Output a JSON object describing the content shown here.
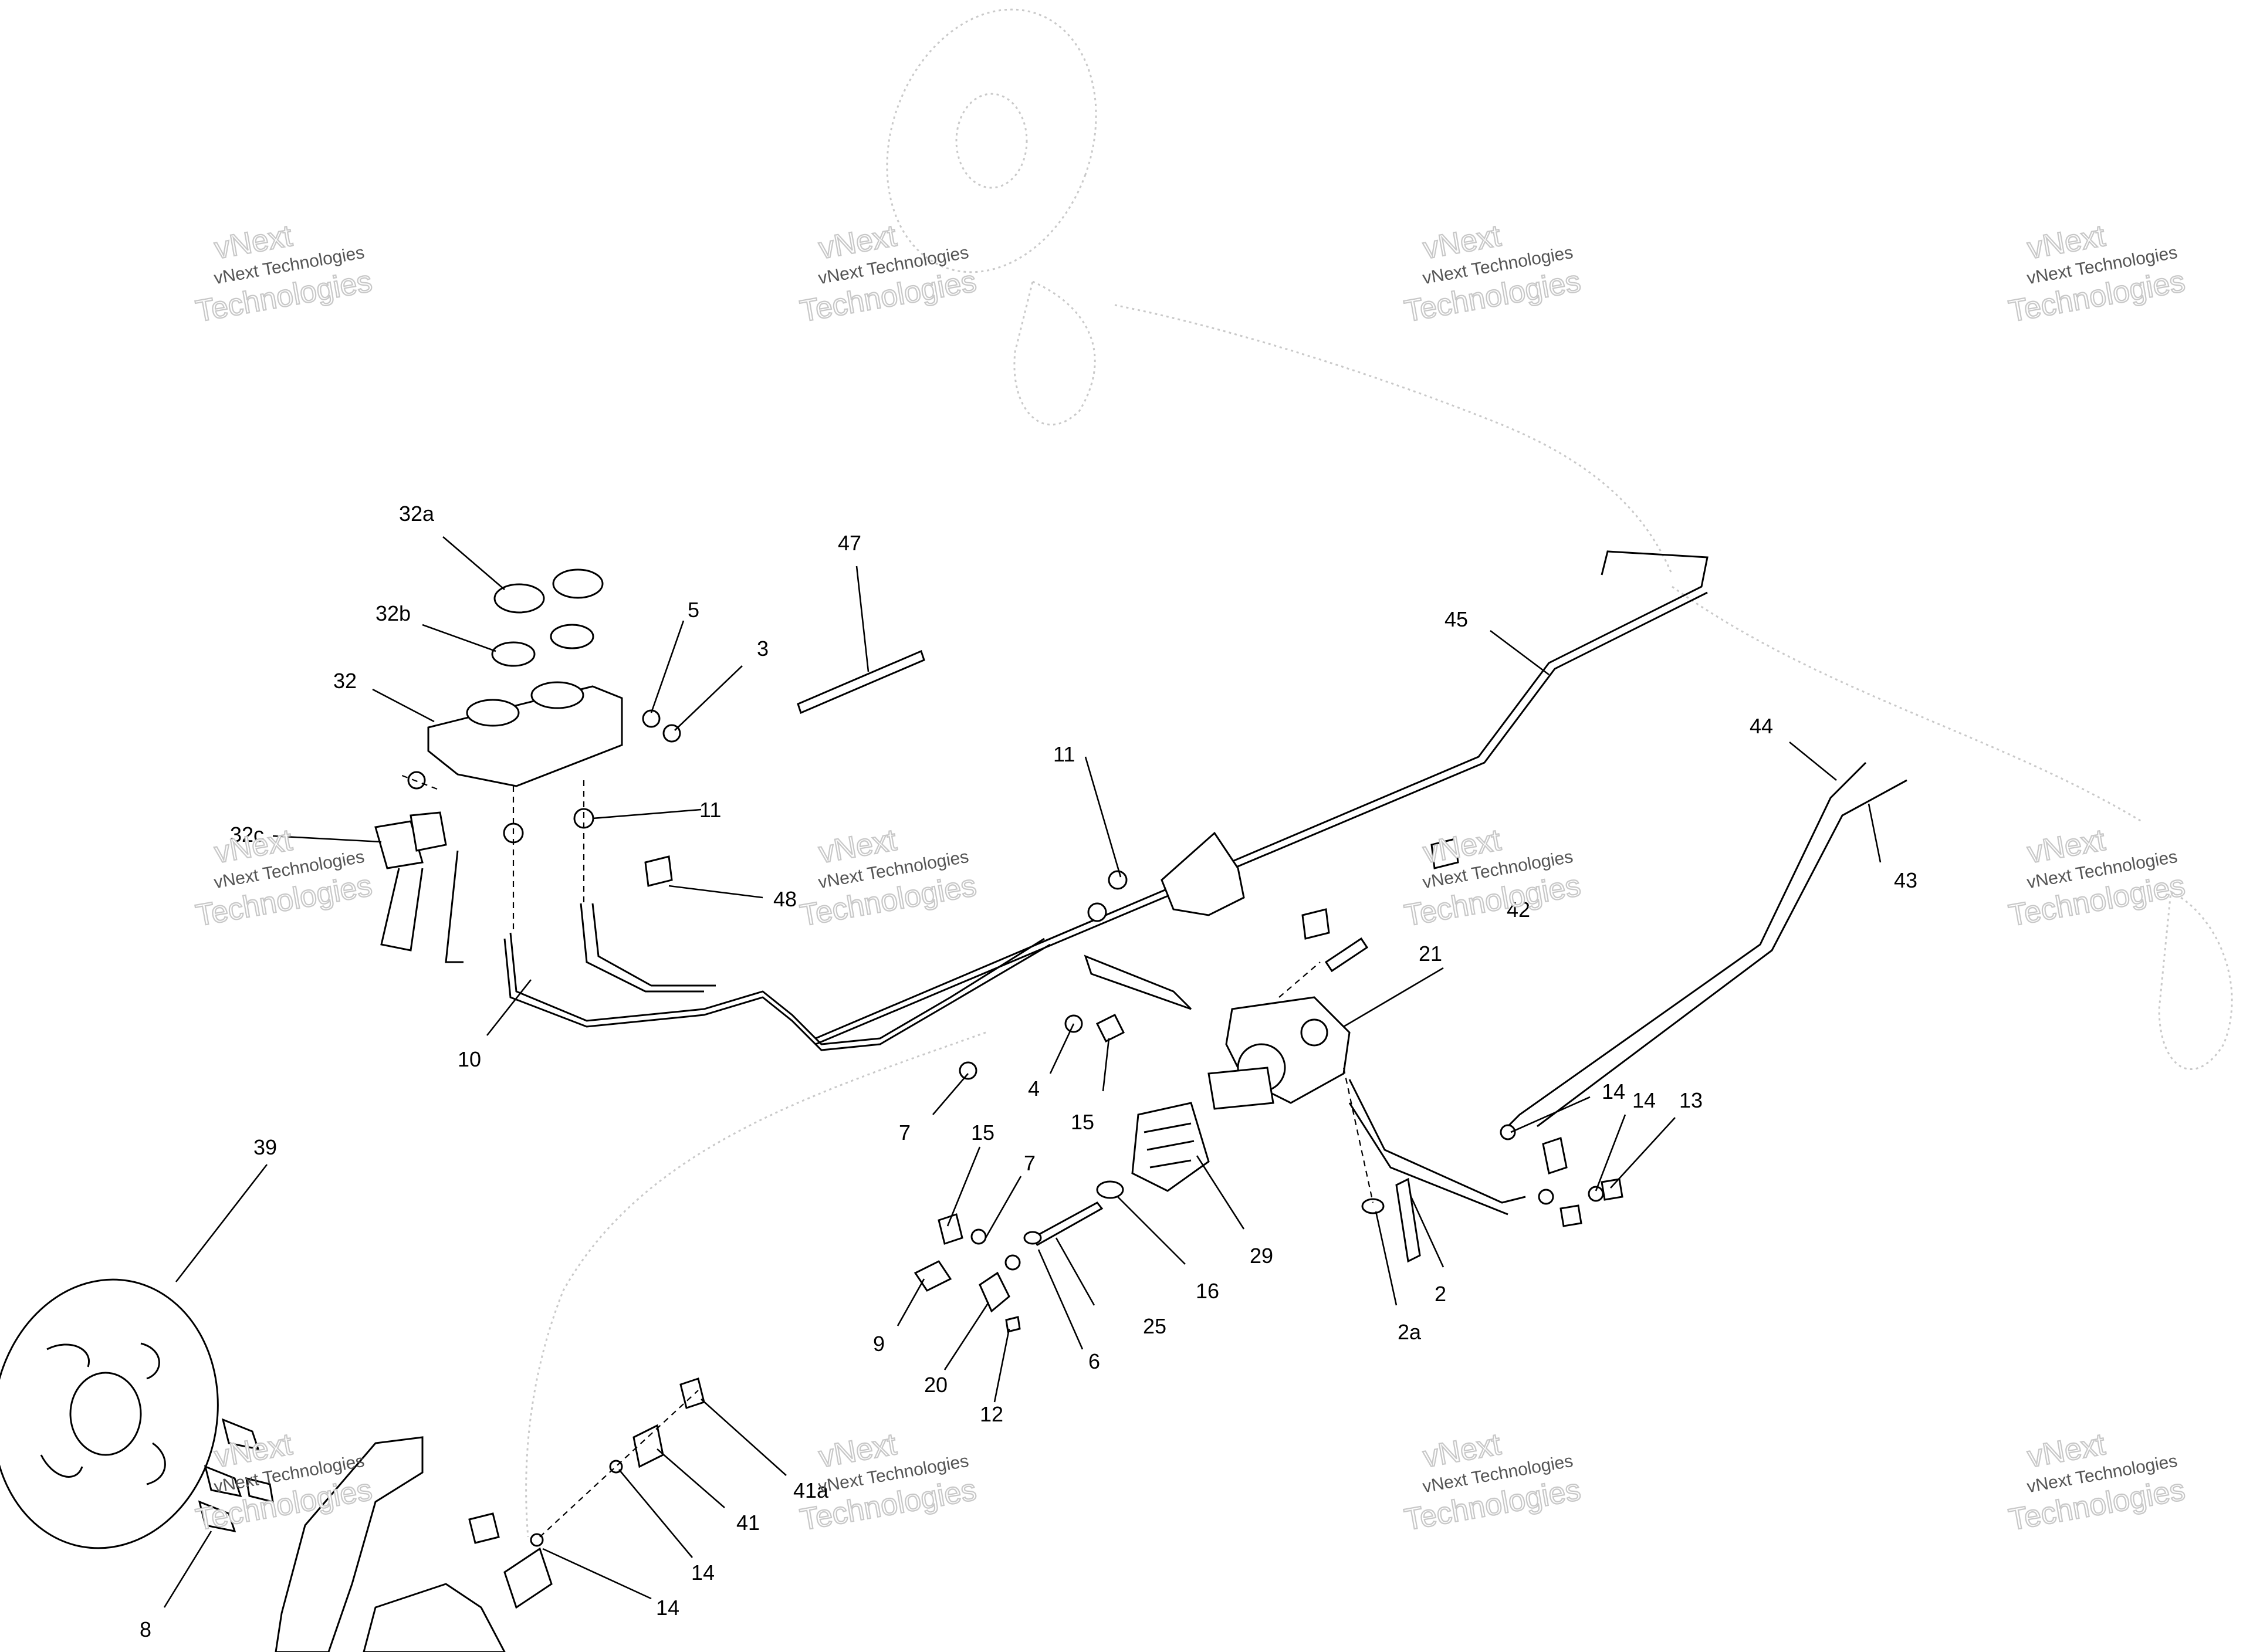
{
  "watermark": {
    "line_small": "vNext Technologies",
    "line_big_1": "vNext",
    "line_big_2": "Technologies"
  },
  "callouts": {
    "c32a": "32a",
    "c32b": "32b",
    "c32": "32",
    "c32c": "32c",
    "c5": "5",
    "c3": "3",
    "c11_upper": "11",
    "c11_lower": "11",
    "c47": "47",
    "c48": "48",
    "c10": "10",
    "c45": "45",
    "c44": "44",
    "c43": "43",
    "c42": "42",
    "c21": "21",
    "c4": "4",
    "c15_upper": "15",
    "c7_left": "7",
    "c15_lower": "15",
    "c7_right": "7",
    "c9": "9",
    "c20": "20",
    "c12": "12",
    "c6": "6",
    "c25": "25",
    "c16": "16",
    "c29": "29",
    "c14_a": "14",
    "c14_b": "14",
    "c13": "13",
    "c2": "2",
    "c2a": "2a",
    "c39": "39",
    "c8": "8",
    "c41a": "41a",
    "c41": "41",
    "c14_c": "14",
    "c14_d": "14"
  }
}
